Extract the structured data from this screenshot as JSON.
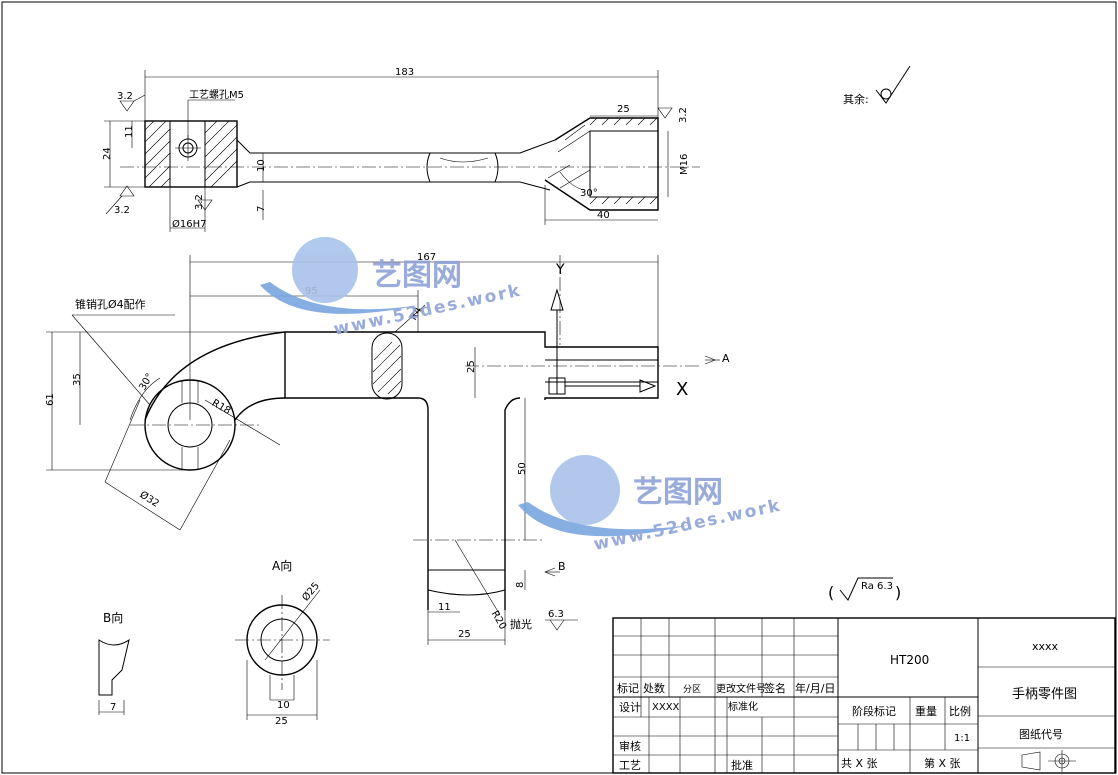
{
  "dims": {
    "overall_length": "183",
    "hole_depth": "25",
    "thread": "M16",
    "angle_30": "30°",
    "length_40": "40",
    "height_24": "24",
    "height_11": "11",
    "height_10": "10",
    "height_7": "7",
    "bore": "Ø16H7",
    "ra_32": "3.2",
    "process_hole": "工艺螺孔M5",
    "length_167": "167",
    "length_95": "95",
    "r4": "R4",
    "taper_pin": "锥销孔Ø4配作",
    "angle_30b": "30°",
    "r18": "R18",
    "height_61": "61",
    "height_35": "35",
    "height_25": "25",
    "dia_32": "Ø32",
    "length_50": "50",
    "height_8": "8",
    "length_11": "11",
    "length_25": "25",
    "r20": "R20",
    "polish": "抛光",
    "ra_63": "6.3",
    "view_a_label": "A",
    "view_b_label": "B",
    "cut_x": "X",
    "cut_y": "Y"
  },
  "views": {
    "a_title": "A向",
    "b_title": "B向",
    "a_dia": "Ø25",
    "a_w10": "10",
    "a_w25": "25",
    "b_w7": "7"
  },
  "notes": {
    "rest_surface": "其余:",
    "global_ra": "Ra 6.3"
  },
  "watermark": {
    "brand": "艺图网",
    "url": "www.52des.work"
  },
  "title_block": {
    "material": "HT200",
    "org": "xxxx",
    "drawing_name": "手柄零件图",
    "drawing_code": "图纸代号",
    "col_mark": "标记",
    "col_count": "处数",
    "col_zone": "分区",
    "col_change_doc": "更改文件号",
    "col_sign": "签名",
    "col_date": "年/月/日",
    "design": "设计",
    "design_name": "XXXX",
    "standardize": "标准化",
    "stage_mark": "阶段标记",
    "weight": "重量",
    "scale": "比例",
    "scale_value": "1:1",
    "review": "审核",
    "process": "工艺",
    "approve": "批准",
    "sheets_total": "共 X 张",
    "sheet_no": "第 X 张"
  }
}
